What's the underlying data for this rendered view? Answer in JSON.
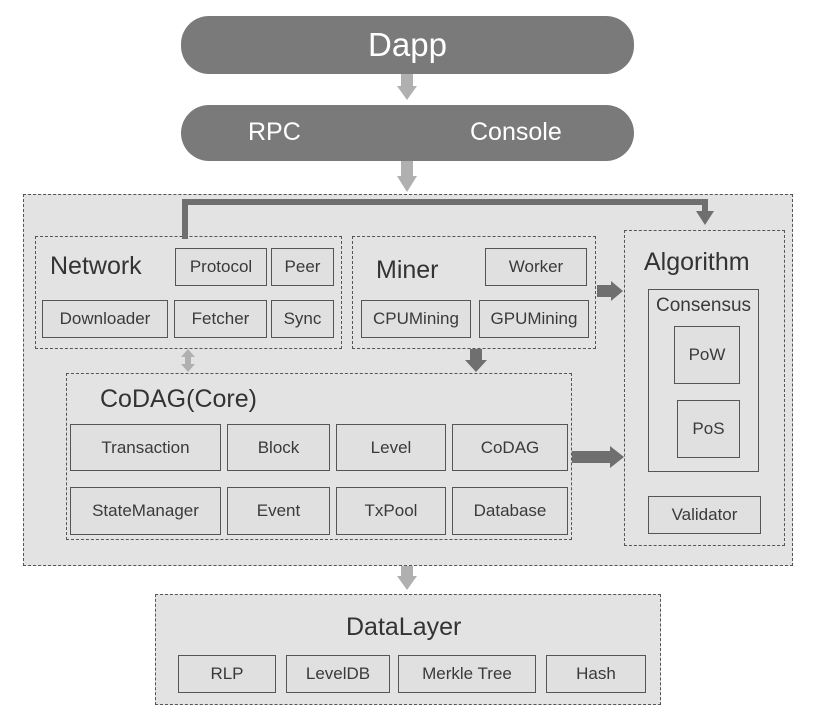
{
  "dapp": {
    "label": "Dapp"
  },
  "rpc_bar": {
    "rpc": "RPC",
    "console": "Console"
  },
  "network": {
    "title": "Network",
    "items": [
      "Protocol",
      "Peer",
      "Downloader",
      "Fetcher",
      "Sync"
    ]
  },
  "miner": {
    "title": "Miner",
    "items": [
      "Worker",
      "CPUMining",
      "GPUMining"
    ]
  },
  "algorithm": {
    "title": "Algorithm",
    "consensus": {
      "title": "Consensus",
      "items": [
        "PoW",
        "PoS"
      ]
    },
    "validator": "Validator"
  },
  "core": {
    "title": "CoDAG(Core)",
    "items": [
      "Transaction",
      "Block",
      "Level",
      "CoDAG",
      "StateManager",
      "Event",
      "TxPool",
      "Database"
    ]
  },
  "datalayer": {
    "title": "DataLayer",
    "items": [
      "RLP",
      "LevelDB",
      "Merkle Tree",
      "Hash"
    ]
  },
  "colors": {
    "pill": "#7a7a7a",
    "panel": "#e3e3e3",
    "arrow_light": "#b0b0b0",
    "arrow_dark": "#6f6f6f"
  }
}
